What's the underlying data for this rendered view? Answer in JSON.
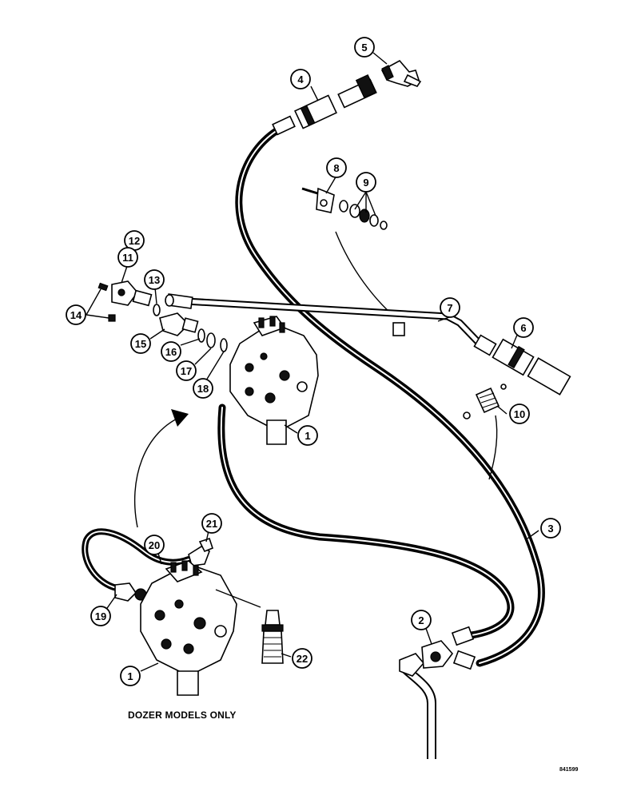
{
  "caption": "DOZER MODELS ONLY",
  "drawing_number": "841599",
  "callouts": [
    {
      "number": "1",
      "part": "control-valve"
    },
    {
      "number": "1",
      "part": "control-valve-dozer"
    },
    {
      "number": "2",
      "part": "tee-fitting"
    },
    {
      "number": "3",
      "part": "hose"
    },
    {
      "number": "4",
      "part": "coupler"
    },
    {
      "number": "5",
      "part": "elbow-fitting"
    },
    {
      "number": "6",
      "part": "coupler"
    },
    {
      "number": "7",
      "part": "tube"
    },
    {
      "number": "8",
      "part": "clamp"
    },
    {
      "number": "9",
      "part": "washers"
    },
    {
      "number": "10",
      "part": "spring-clip"
    },
    {
      "number": "11",
      "part": "adapter"
    },
    {
      "number": "12",
      "part": "adapter"
    },
    {
      "number": "13",
      "part": "o-ring"
    },
    {
      "number": "14",
      "part": "plug"
    },
    {
      "number": "15",
      "part": "adapter"
    },
    {
      "number": "16",
      "part": "o-ring"
    },
    {
      "number": "17",
      "part": "o-ring"
    },
    {
      "number": "18",
      "part": "o-ring"
    },
    {
      "number": "19",
      "part": "fitting"
    },
    {
      "number": "20",
      "part": "hose"
    },
    {
      "number": "21",
      "part": "elbow-fitting"
    },
    {
      "number": "22",
      "part": "relief-valve"
    }
  ]
}
